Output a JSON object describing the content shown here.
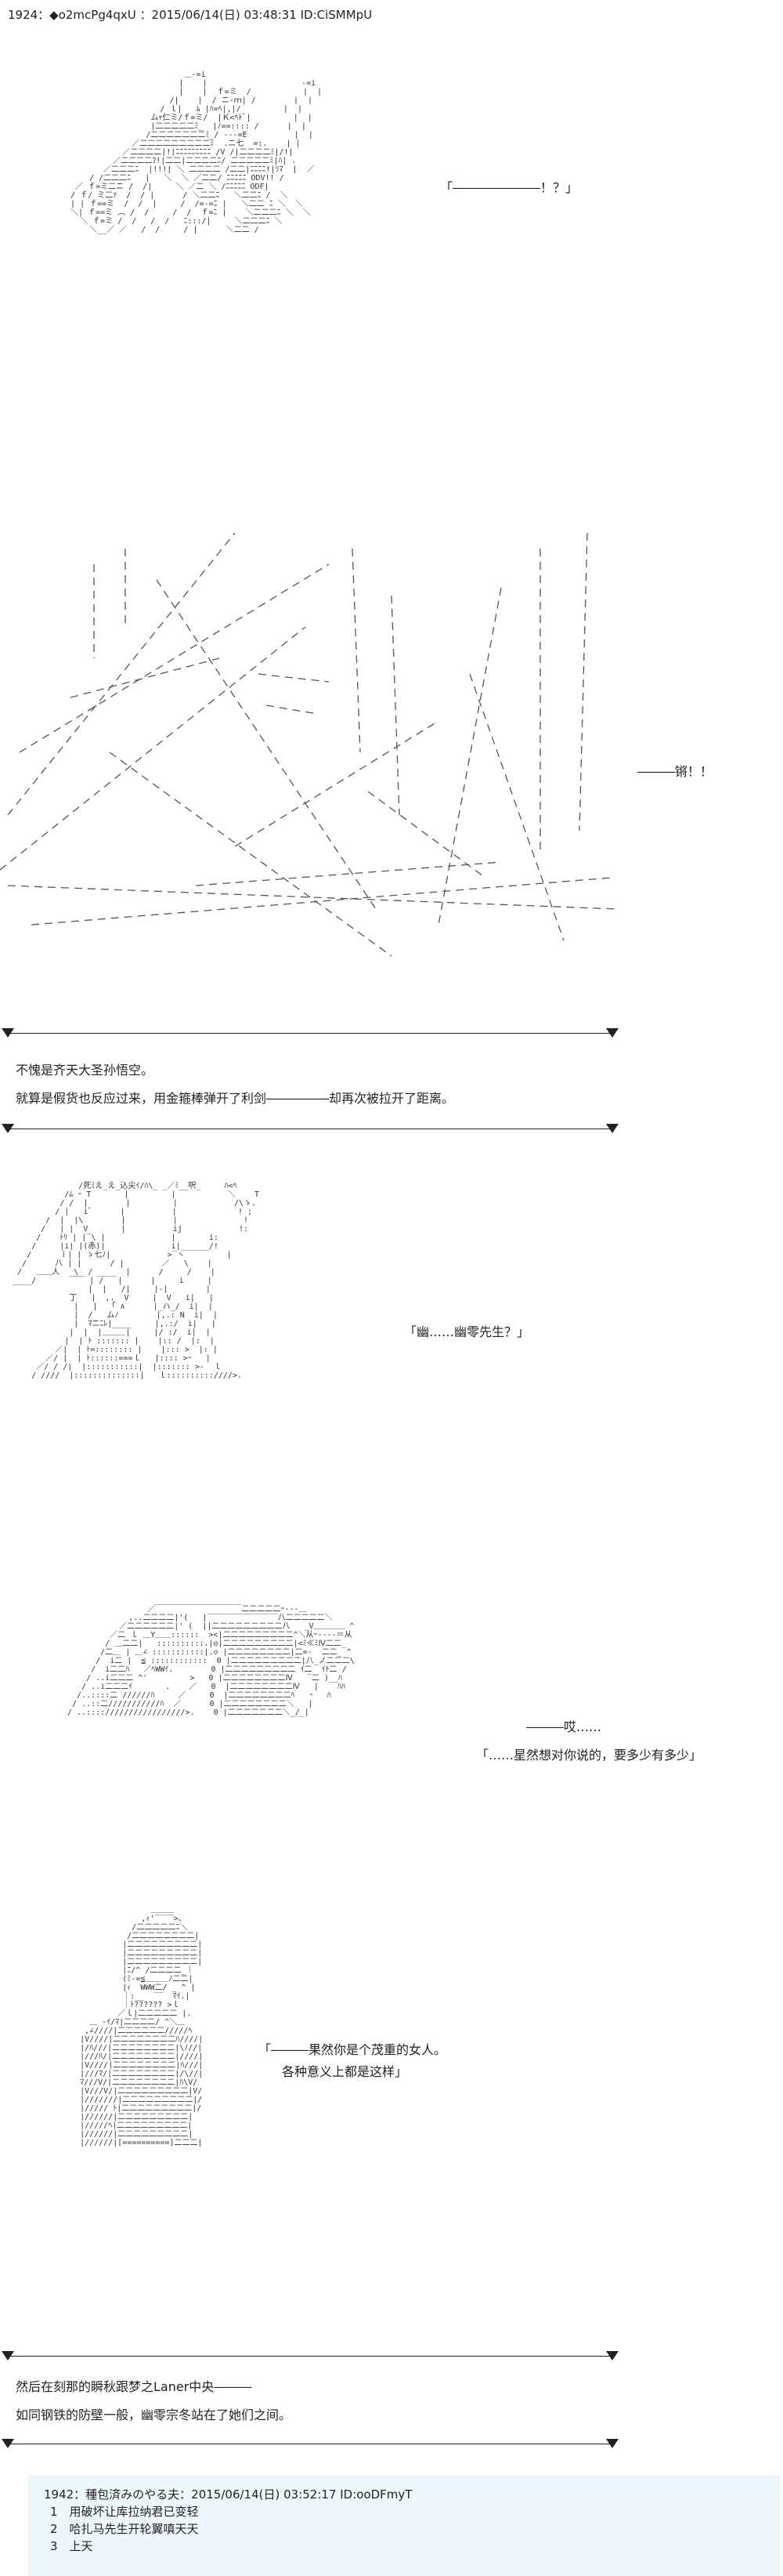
{
  "post": {
    "header": "1924：◆o2mcPg4qxU ：2015/06/14(日) 03:48:31 ID:CiSMMpU"
  },
  "dialogues": [
    "「―――――――！？」",
    "―――锵！！",
    "「幽……幽零先生？」",
    "―――哎……",
    "「……星然想对你说的，要多少有多少」",
    "「―――果然你是个茂重的女人。",
    "各种意义上都是这样」"
  ],
  "narration": [
    "不愧是齐天大圣孙悟空。",
    "就算是假货也反应过来，用金箍棒弹开了利剑―――――却再次被拉开了距离。",
    "然后在刻那的瞬秋跟梦之Laner中央―――",
    "如同钢铁的防壁一般，幽零宗冬站在了她们之间。"
  ],
  "reply": {
    "header": "1942：種包済みのやる夫：2015/06/14(日) 03:52:17 ID:ooDFmyT",
    "options": [
      "1　用破坏让库拉纳君已变轻",
      "2　哈扎马先生开轮翼嗔天天",
      "3　上天"
    ]
  },
  "colors": {
    "text": "#222222",
    "art": "#333333",
    "reply_bg": "#eef7fb"
  },
  "icons": {
    "section_end": "down-triangle-icon"
  }
}
